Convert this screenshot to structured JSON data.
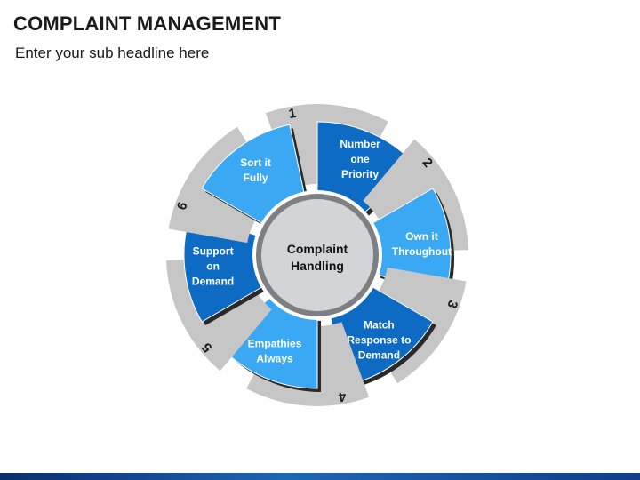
{
  "header": {
    "title": "COMPLAINT MANAGEMENT",
    "subtitle": "Enter your sub headline here"
  },
  "center": {
    "lines": [
      "Complaint",
      "Handling"
    ]
  },
  "colors": {
    "dark_blue": "#0E6BC4",
    "light_blue": "#3AA8F3",
    "gray": "#C6C6C6",
    "shadow": "#2A2A2A",
    "center_fill": "#D3D4D6",
    "center_ring": "#7D7F83"
  },
  "segments": [
    {
      "number": "1",
      "lines": [
        "Number",
        "one",
        "Priority"
      ],
      "tone": "dark"
    },
    {
      "number": "2",
      "lines": [
        "Own it",
        "Throughout"
      ],
      "tone": "light"
    },
    {
      "number": "3",
      "lines": [
        "Match",
        "Response to",
        "Demand"
      ],
      "tone": "dark"
    },
    {
      "number": "4",
      "lines": [
        "Empathies",
        "Always"
      ],
      "tone": "light"
    },
    {
      "number": "5",
      "lines": [
        "Support",
        "on",
        "Demand"
      ],
      "tone": "dark"
    },
    {
      "number": "6",
      "lines": [
        "Sort it",
        "Fully"
      ],
      "tone": "light"
    }
  ]
}
